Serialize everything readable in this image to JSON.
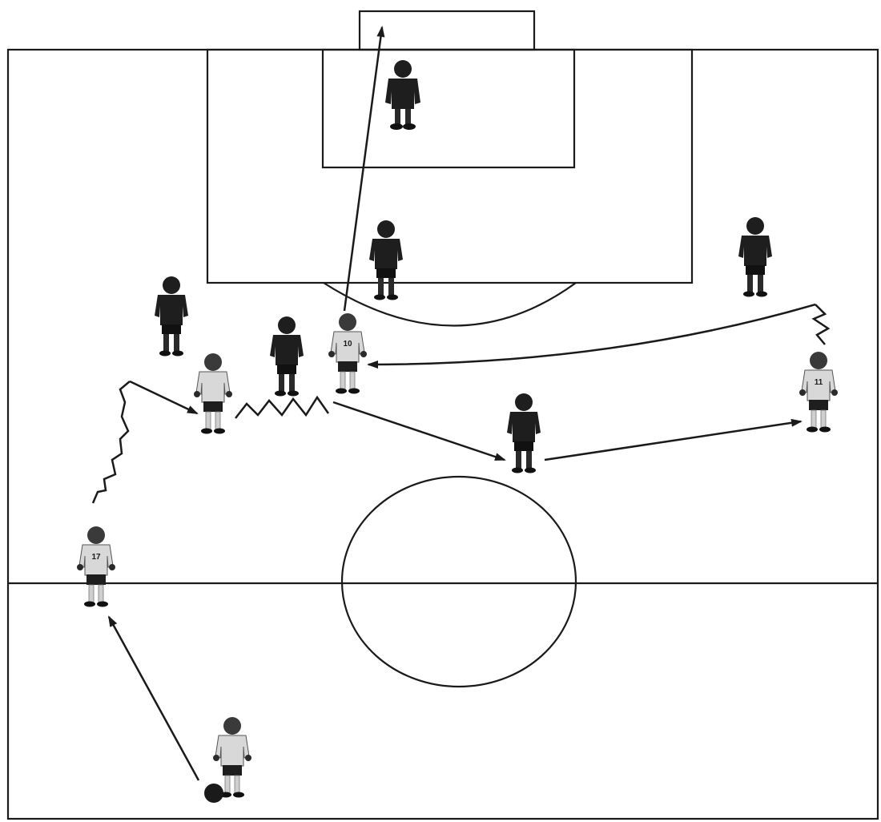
{
  "diagram": {
    "subject": "soccer-attacking-drill",
    "colors": {
      "background": "#ffffff",
      "lines": "#1a1a1a",
      "defender_kit": "#1e1e1e",
      "attacker_shirt": "#d8d8d8",
      "attacker_shorts": "#1e1e1e",
      "skin": "#3a3a3a",
      "ball": "#1a1a1a"
    },
    "players": [
      {
        "id": "goalkeeper",
        "role": "defender",
        "number": ""
      },
      {
        "id": "defender-penalty-arc",
        "role": "defender",
        "number": ""
      },
      {
        "id": "defender-right",
        "role": "defender",
        "number": ""
      },
      {
        "id": "defender-left",
        "role": "defender",
        "number": ""
      },
      {
        "id": "defender-center",
        "role": "defender",
        "number": ""
      },
      {
        "id": "defender-mid",
        "role": "defender",
        "number": ""
      },
      {
        "id": "attacker-center",
        "role": "attacker",
        "number": "10"
      },
      {
        "id": "attacker-left-inside",
        "role": "attacker",
        "number": ""
      },
      {
        "id": "attacker-right-wing",
        "role": "attacker",
        "number": "11"
      },
      {
        "id": "attacker-left-wing",
        "role": "attacker",
        "number": "17"
      },
      {
        "id": "attacker-start",
        "role": "attacker",
        "number": ""
      }
    ],
    "legend_note": ""
  }
}
